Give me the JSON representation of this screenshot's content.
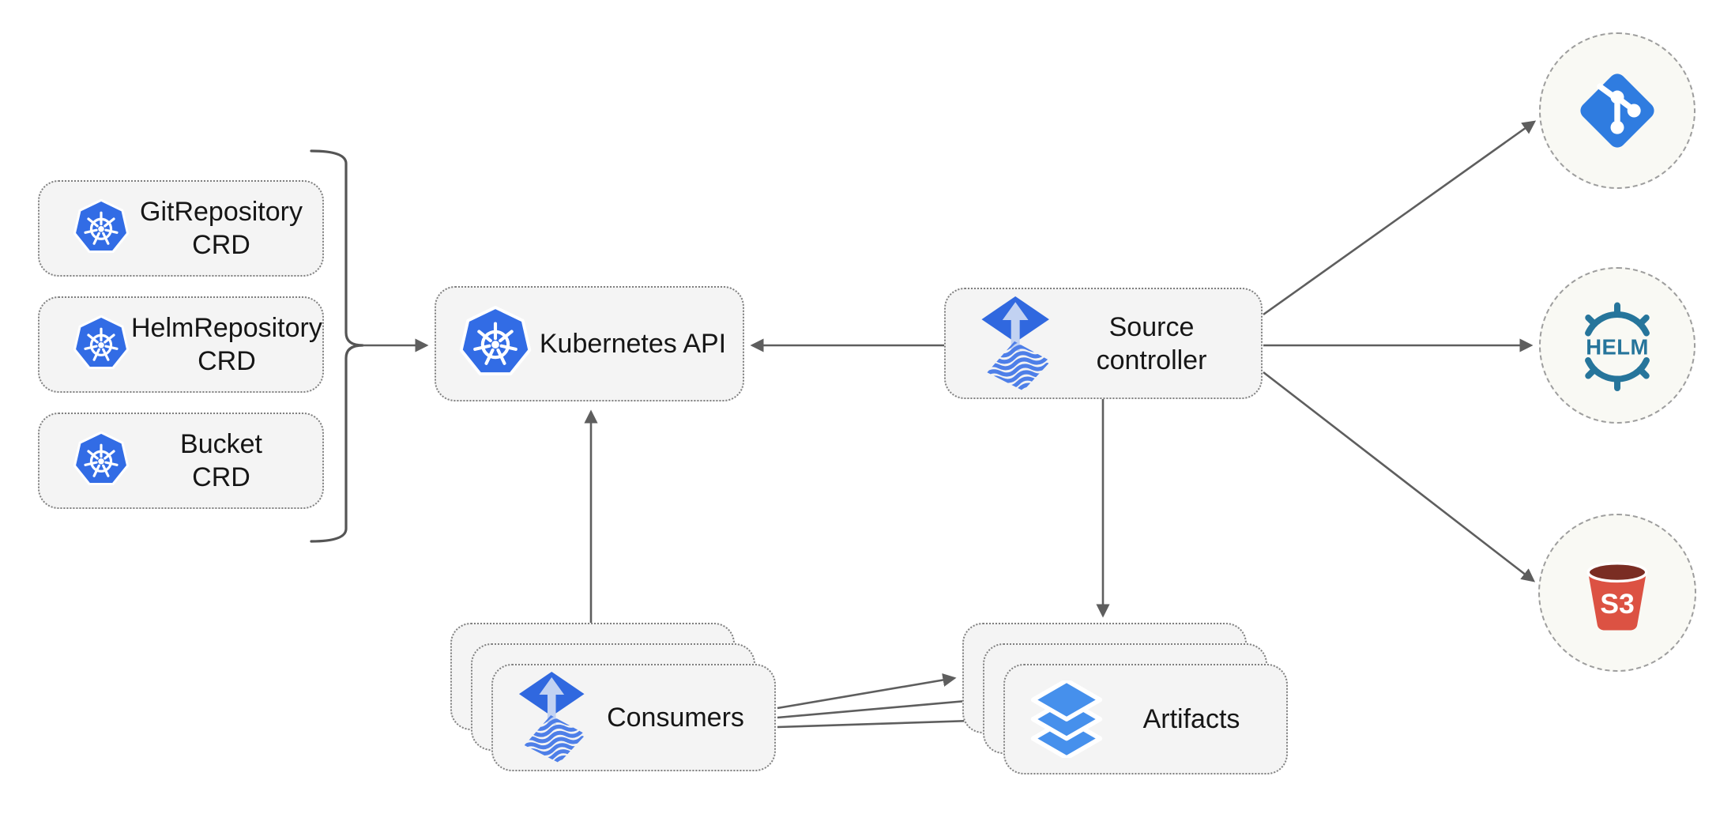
{
  "diagram_type": "architecture-diagram",
  "nodes": {
    "git_crd": {
      "line1": "GitRepository",
      "line2": "CRD",
      "icon": "kubernetes-icon"
    },
    "helm_crd": {
      "line1": "HelmRepository",
      "line2": "CRD",
      "icon": "kubernetes-icon"
    },
    "bucket_crd": {
      "line1": "Bucket",
      "line2": "CRD",
      "icon": "kubernetes-icon"
    },
    "kubernetes_api": {
      "label": "Kubernetes API",
      "icon": "kubernetes-icon"
    },
    "source_controller": {
      "line1": "Source",
      "line2": "controller",
      "icon": "flux-icon"
    },
    "consumers": {
      "label": "Consumers",
      "icon": "flux-icon",
      "stacked": 3
    },
    "artifacts": {
      "label": "Artifacts",
      "icon": "layers-icon",
      "stacked": 3
    },
    "git_endpoint": {
      "icon": "git-icon"
    },
    "helm_endpoint": {
      "icon": "helm-icon",
      "logo_text": "HELM"
    },
    "s3_endpoint": {
      "icon": "s3-bucket-icon",
      "logo_text": "S3"
    }
  },
  "edges": [
    {
      "from": "crd-group-brace",
      "to": "kubernetes_api",
      "style": "arrow"
    },
    {
      "from": "source_controller",
      "to": "kubernetes_api",
      "style": "arrow"
    },
    {
      "from": "consumers",
      "to": "kubernetes_api",
      "style": "arrow"
    },
    {
      "from": "source_controller",
      "to": "artifacts",
      "style": "arrow"
    },
    {
      "from": "source_controller",
      "to": "git_endpoint",
      "style": "arrow"
    },
    {
      "from": "source_controller",
      "to": "helm_endpoint",
      "style": "arrow"
    },
    {
      "from": "source_controller",
      "to": "s3_endpoint",
      "style": "arrow"
    },
    {
      "from": "consumers",
      "to": "artifacts",
      "style": "arrow",
      "count": 3
    }
  ],
  "colors": {
    "kubernetes_blue": "#326CE5",
    "flux_blue": "#3068DF",
    "flux_arrow_light": "#C2D2F2",
    "flux_wave_blue": "#4E7FE8",
    "layers_blue": "#4690EC",
    "git_blue": "#2F7CE0",
    "helm_teal": "#26759B",
    "s3_red": "#DC5243",
    "s3_dark_red": "#7A2D23",
    "node_fill": "#F4F4F4",
    "node_border": "#808080",
    "circle_fill": "#F9F9F4",
    "circle_border": "#9E9E9E",
    "connector_gray": "#5E5E5E",
    "text_color": "#161616"
  }
}
